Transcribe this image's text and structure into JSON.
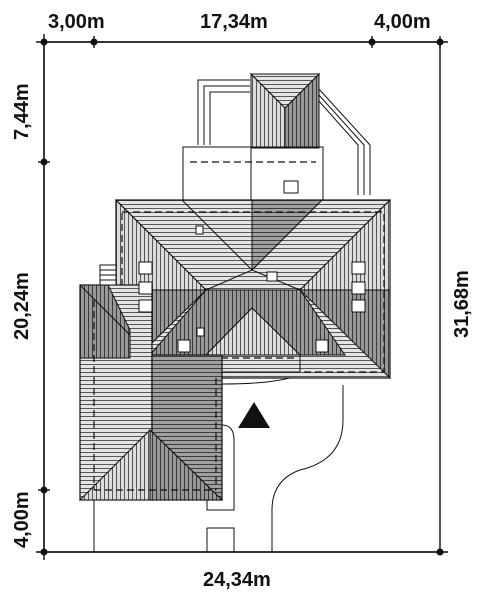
{
  "dimensions": {
    "top_left": "3,00m",
    "top_middle": "17,34m",
    "top_right": "4,00m",
    "left_top": "7,44m",
    "left_middle": "20,24m",
    "left_bottom": "4,00m",
    "right_total": "31,68m",
    "bottom_total": "24,34m"
  },
  "colors": {
    "line": "#111111",
    "roof_light": "#e2e2e2",
    "roof_dark": "#9c9c9c",
    "background": "#ffffff"
  },
  "symbols": {
    "entrance": "triangle-entrance-marker"
  }
}
